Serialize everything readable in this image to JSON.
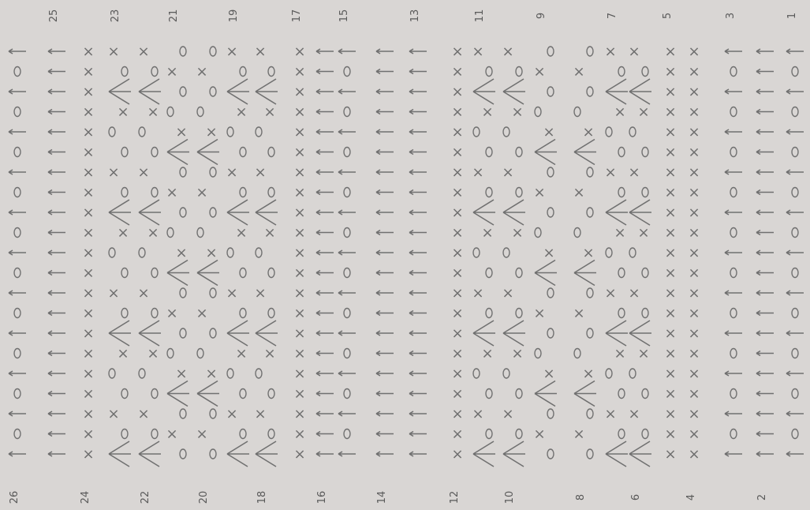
{
  "diagram": {
    "type": "crochet-stitch-chart",
    "orientation": "rotated-90",
    "row_numbers_top": [
      "25",
      "23",
      "21",
      "19",
      "17",
      "15",
      "13",
      "11",
      "9",
      "7",
      "5",
      "3",
      "1"
    ],
    "row_numbers_bottom": [
      "26",
      "24",
      "22",
      "20",
      "18",
      "16",
      "14",
      "12",
      "10",
      "8",
      "6",
      "4",
      "2"
    ],
    "symbol_legend": {
      "single_crochet": "×",
      "chain": "0",
      "double_crochet": "arrow",
      "fan": "fan"
    },
    "columns": [
      {
        "row": "26",
        "pattern": "chain-dc"
      },
      {
        "row": "25",
        "pattern": "dc"
      },
      {
        "row": "24",
        "pattern": "sc"
      },
      {
        "row": "23",
        "pattern": "fan-a"
      },
      {
        "row": "22",
        "pattern": "fan-a"
      },
      {
        "row": "21",
        "pattern": "fan-b"
      },
      {
        "row": "20",
        "pattern": "fan-b"
      },
      {
        "row": "19",
        "pattern": "fan-a"
      },
      {
        "row": "18",
        "pattern": "fan-a"
      },
      {
        "row": "17",
        "pattern": "sc"
      },
      {
        "row": "16",
        "pattern": "dc"
      },
      {
        "row": "15",
        "pattern": "chain-dc"
      },
      {
        "row": "14",
        "pattern": "dc"
      },
      {
        "row": "13",
        "pattern": "dc"
      },
      {
        "row": "12",
        "pattern": "sc"
      },
      {
        "row": "11",
        "pattern": "fan-a"
      },
      {
        "row": "10",
        "pattern": "fan-a"
      },
      {
        "row": "9",
        "pattern": "fan-b"
      },
      {
        "row": "8",
        "pattern": "fan-b"
      },
      {
        "row": "7",
        "pattern": "fan-a"
      },
      {
        "row": "6",
        "pattern": "fan-a"
      },
      {
        "row": "5",
        "pattern": "sc"
      },
      {
        "row": "4",
        "pattern": "sc"
      },
      {
        "row": "3",
        "pattern": "chain-dc"
      },
      {
        "row": "2",
        "pattern": "dc"
      },
      {
        "row": "1",
        "pattern": "chain-dc"
      }
    ]
  }
}
